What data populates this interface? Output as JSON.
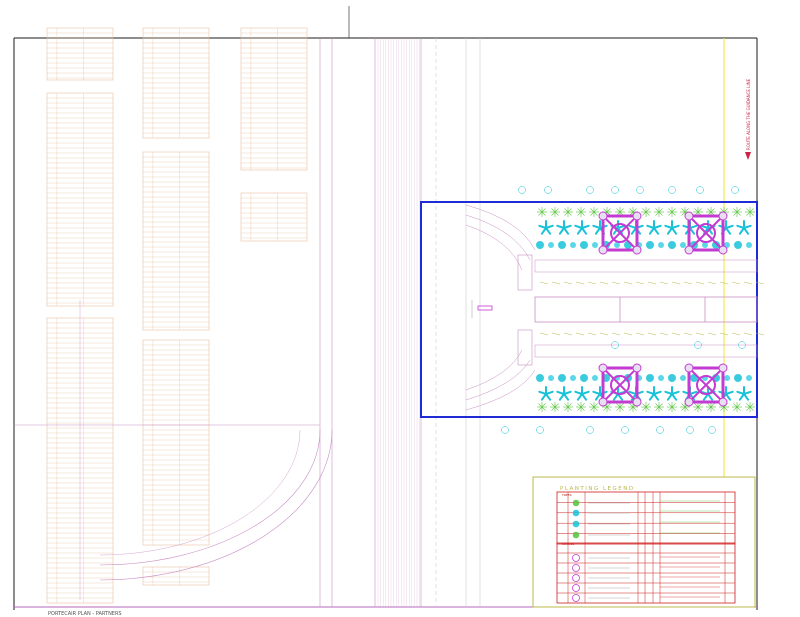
{
  "drawing": {
    "caption": "PORTECAIR PLAN - PARTNERS",
    "side_note": "ROUTE ALONG THE GUIDANCE LINE",
    "legend_title": "PLANTING LEGEND"
  },
  "colors": {
    "frame": "#1b1b1b",
    "table_line": "#e3b48f",
    "road": "#c98fc4",
    "plan_boundary": "#1f2bd6",
    "magenta": "#c43bd3",
    "cyan": "#19c2d8",
    "green": "#55c23a",
    "yellow_line": "#f2ea2c",
    "legend_border": "#b8b84a",
    "legend_grid": "#d01e1e"
  },
  "legend": {
    "trees_label": "TREES",
    "shrubs_label": "SHRUBS"
  }
}
